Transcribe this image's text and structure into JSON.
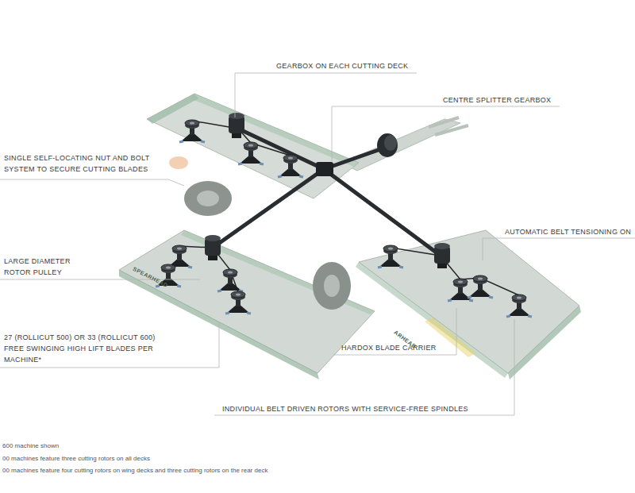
{
  "diagram": {
    "labels": [
      "GEARBOX ON EACH CUTTING DECK",
      "CENTRE SPLITTER GEARBOX",
      "SINGLE SELF-LOCATING NUT AND BOLT SYSTEM TO SECURE CUTTING BLADES",
      "AUTOMATIC BELT TENSIONING ON",
      "LARGE DIAMETER ROTOR PULLEY",
      "27 (ROLLICUT 500) OR 33 (ROLLICUT 600) FREE SWINGING HIGH LIFT BLADES PER MACHINE*",
      "HARDOX BLADE CARRIER",
      "INDIVIDUAL BELT DRIVEN ROTORS WITH SERVICE-FREE SPINDLES",
      "600 machine shown",
      "00 machines feature three cutting rotors on all decks",
      "00 machines feature four cutting rotors on wing decks and three cutting rotors on the rear deck",
      "SPEARHEAD",
      "ARHEAD"
    ]
  }
}
